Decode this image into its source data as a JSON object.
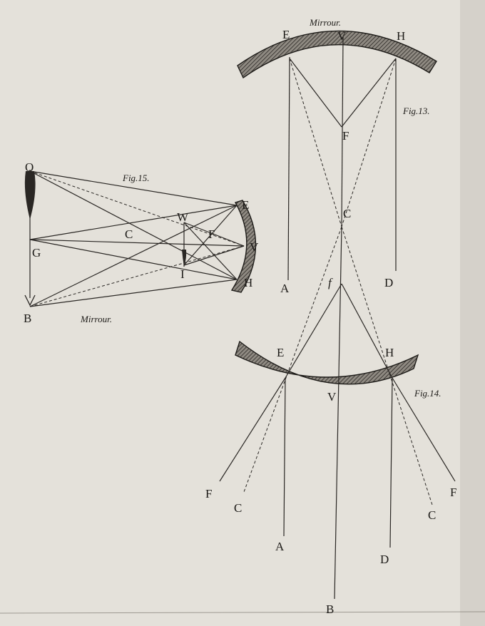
{
  "fig13": {
    "caption": "Fig.13.",
    "title": "Mirrour.",
    "labels": {
      "E": "E",
      "V": "V",
      "H": "H",
      "F": "F",
      "C": "C",
      "A": "A",
      "D": "D"
    }
  },
  "fig14": {
    "caption": "Fig.14.",
    "labels": {
      "f": "f",
      "E": "E",
      "H": "H",
      "V": "V",
      "F_left": "F",
      "C_left": "C",
      "A": "A",
      "B": "B",
      "D": "D",
      "C_right": "C",
      "F_right": "F"
    }
  },
  "fig15": {
    "caption": "Fig.15.",
    "title": "Mirrour.",
    "labels": {
      "O": "O",
      "G": "G",
      "B": "B",
      "C": "C",
      "W": "W",
      "F": "F",
      "I": "I",
      "E": "E",
      "V": "V",
      "H": "H"
    }
  },
  "colors": {
    "paper": "#e4e1da",
    "ink": "#1d1b18"
  }
}
